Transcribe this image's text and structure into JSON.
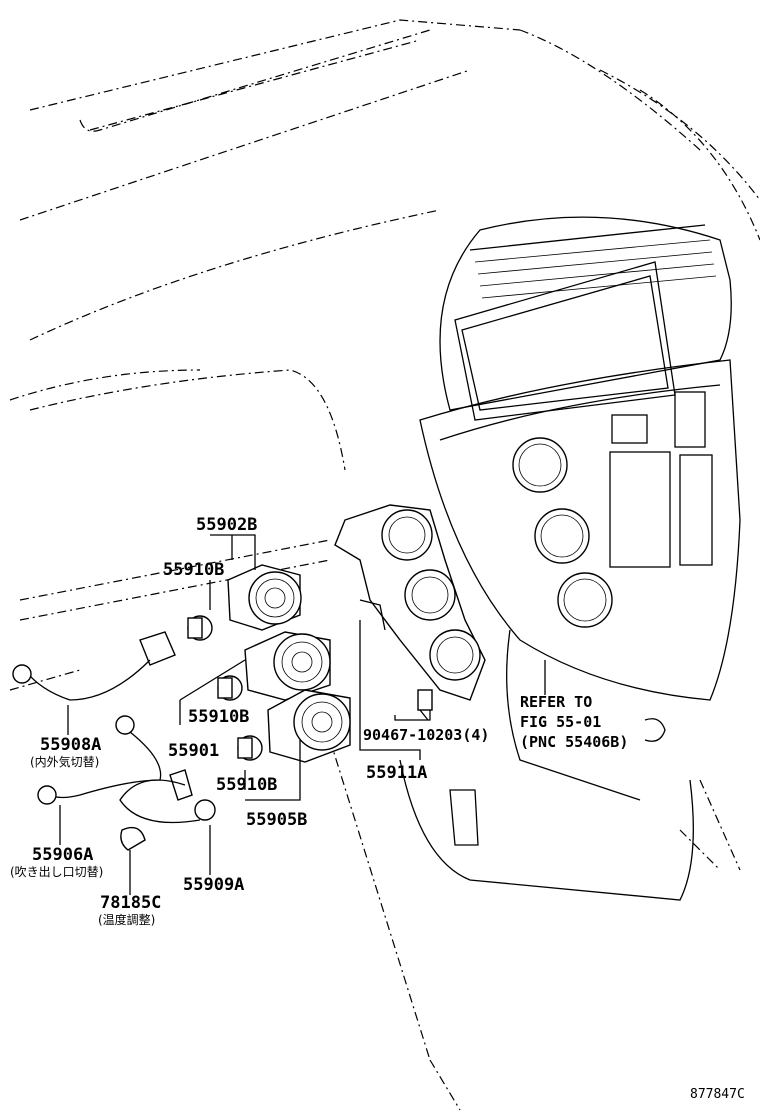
{
  "labels": {
    "p55902b": "55902B",
    "p55910b_top": "55910B",
    "p55910b_mid": "55910B",
    "p55910b_bot": "55910B",
    "p55901": "55901",
    "p55905b": "55905B",
    "p55908a": "55908A",
    "p55908a_note": "(内外気切替)",
    "p55906a": "55906A",
    "p55906a_note": "(吹き出し口切替)",
    "p78185c": "78185C",
    "p78185c_note": "(温度調整)",
    "p55909a": "55909A",
    "p55911a": "55911A",
    "p90467": "90467-10203(4)",
    "refer_line1": "REFER TO",
    "refer_line2": "FIG 55-01",
    "refer_line3": "(PNC 55406B)",
    "figure_id": "877847C"
  }
}
